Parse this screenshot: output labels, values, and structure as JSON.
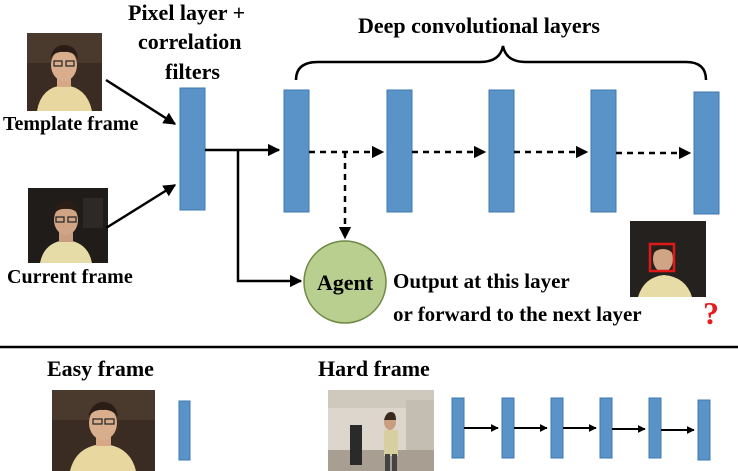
{
  "labels": {
    "pixel_layer": [
      "Pixel layer +",
      "correlation",
      "filters"
    ],
    "deep_layers": "Deep convolutional layers",
    "template_frame": "Template frame",
    "current_frame": "Current frame",
    "agent": "Agent",
    "output_question": [
      "Output at this layer",
      "or forward to the next layer"
    ],
    "question_mark": "?",
    "easy_frame": "Easy frame",
    "hard_frame": "Hard frame"
  },
  "colors": {
    "layer_fill": "#5a93c7",
    "layer_stroke": "#3e78b0",
    "agent_fill": "#b9cf8f",
    "agent_stroke": "#6f8a45",
    "question": "#e02020",
    "detection_box": "#e01818"
  }
}
